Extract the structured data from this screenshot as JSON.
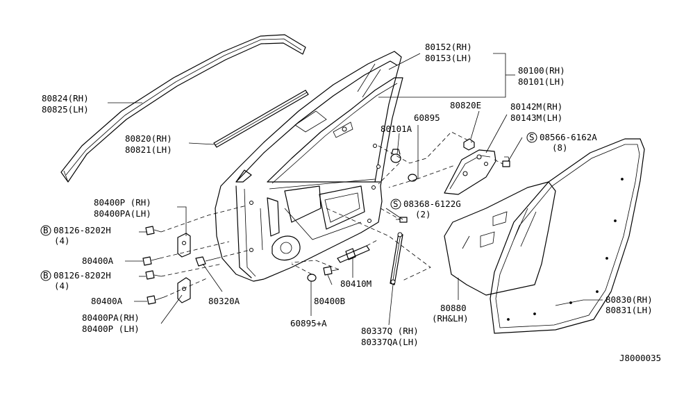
{
  "labels": {
    "l80152": "80152(RH)",
    "l80153": "80153(LH)",
    "l80100": "80100(RH)",
    "l80101": "80101(LH)",
    "l80824": "80824(RH)",
    "l80825": "80825(LH)",
    "l80820e": "80820E",
    "l80142": "80142M(RH)",
    "l80143": "80143M(LH)",
    "l60895": "60895",
    "l80101a": "80101A",
    "l08566": "08566-6162A",
    "l08566q": "(8)",
    "l80820": "80820(RH)",
    "l80821": "80821(LH)",
    "l80400p": "80400P (RH)",
    "l80400pa": "80400PA(LH)",
    "l08368": "08368-6122G",
    "l08368q": "(2)",
    "l08126a": "08126-8202H",
    "l08126aq": "(4)",
    "l80400a1": "80400A",
    "l08126b": "08126-8202H",
    "l08126bq": "(4)",
    "l80400a2": "80400A",
    "l80320a": "80320A",
    "l80410m": "80410M",
    "l80400b": "80400B",
    "l80880": "80880",
    "l80880s": "(RH&LH)",
    "l80830": "80830(RH)",
    "l80831": "80831(LH)",
    "l80400pa2": "80400PA(RH)",
    "l80400p2": "80400P (LH)",
    "l60895a": "60895+A",
    "l80337q": "80337Q (RH)",
    "l80337qa": "80337QA(LH)",
    "code": "J8000035"
  },
  "symbols": {
    "s": "S",
    "b": "B"
  }
}
